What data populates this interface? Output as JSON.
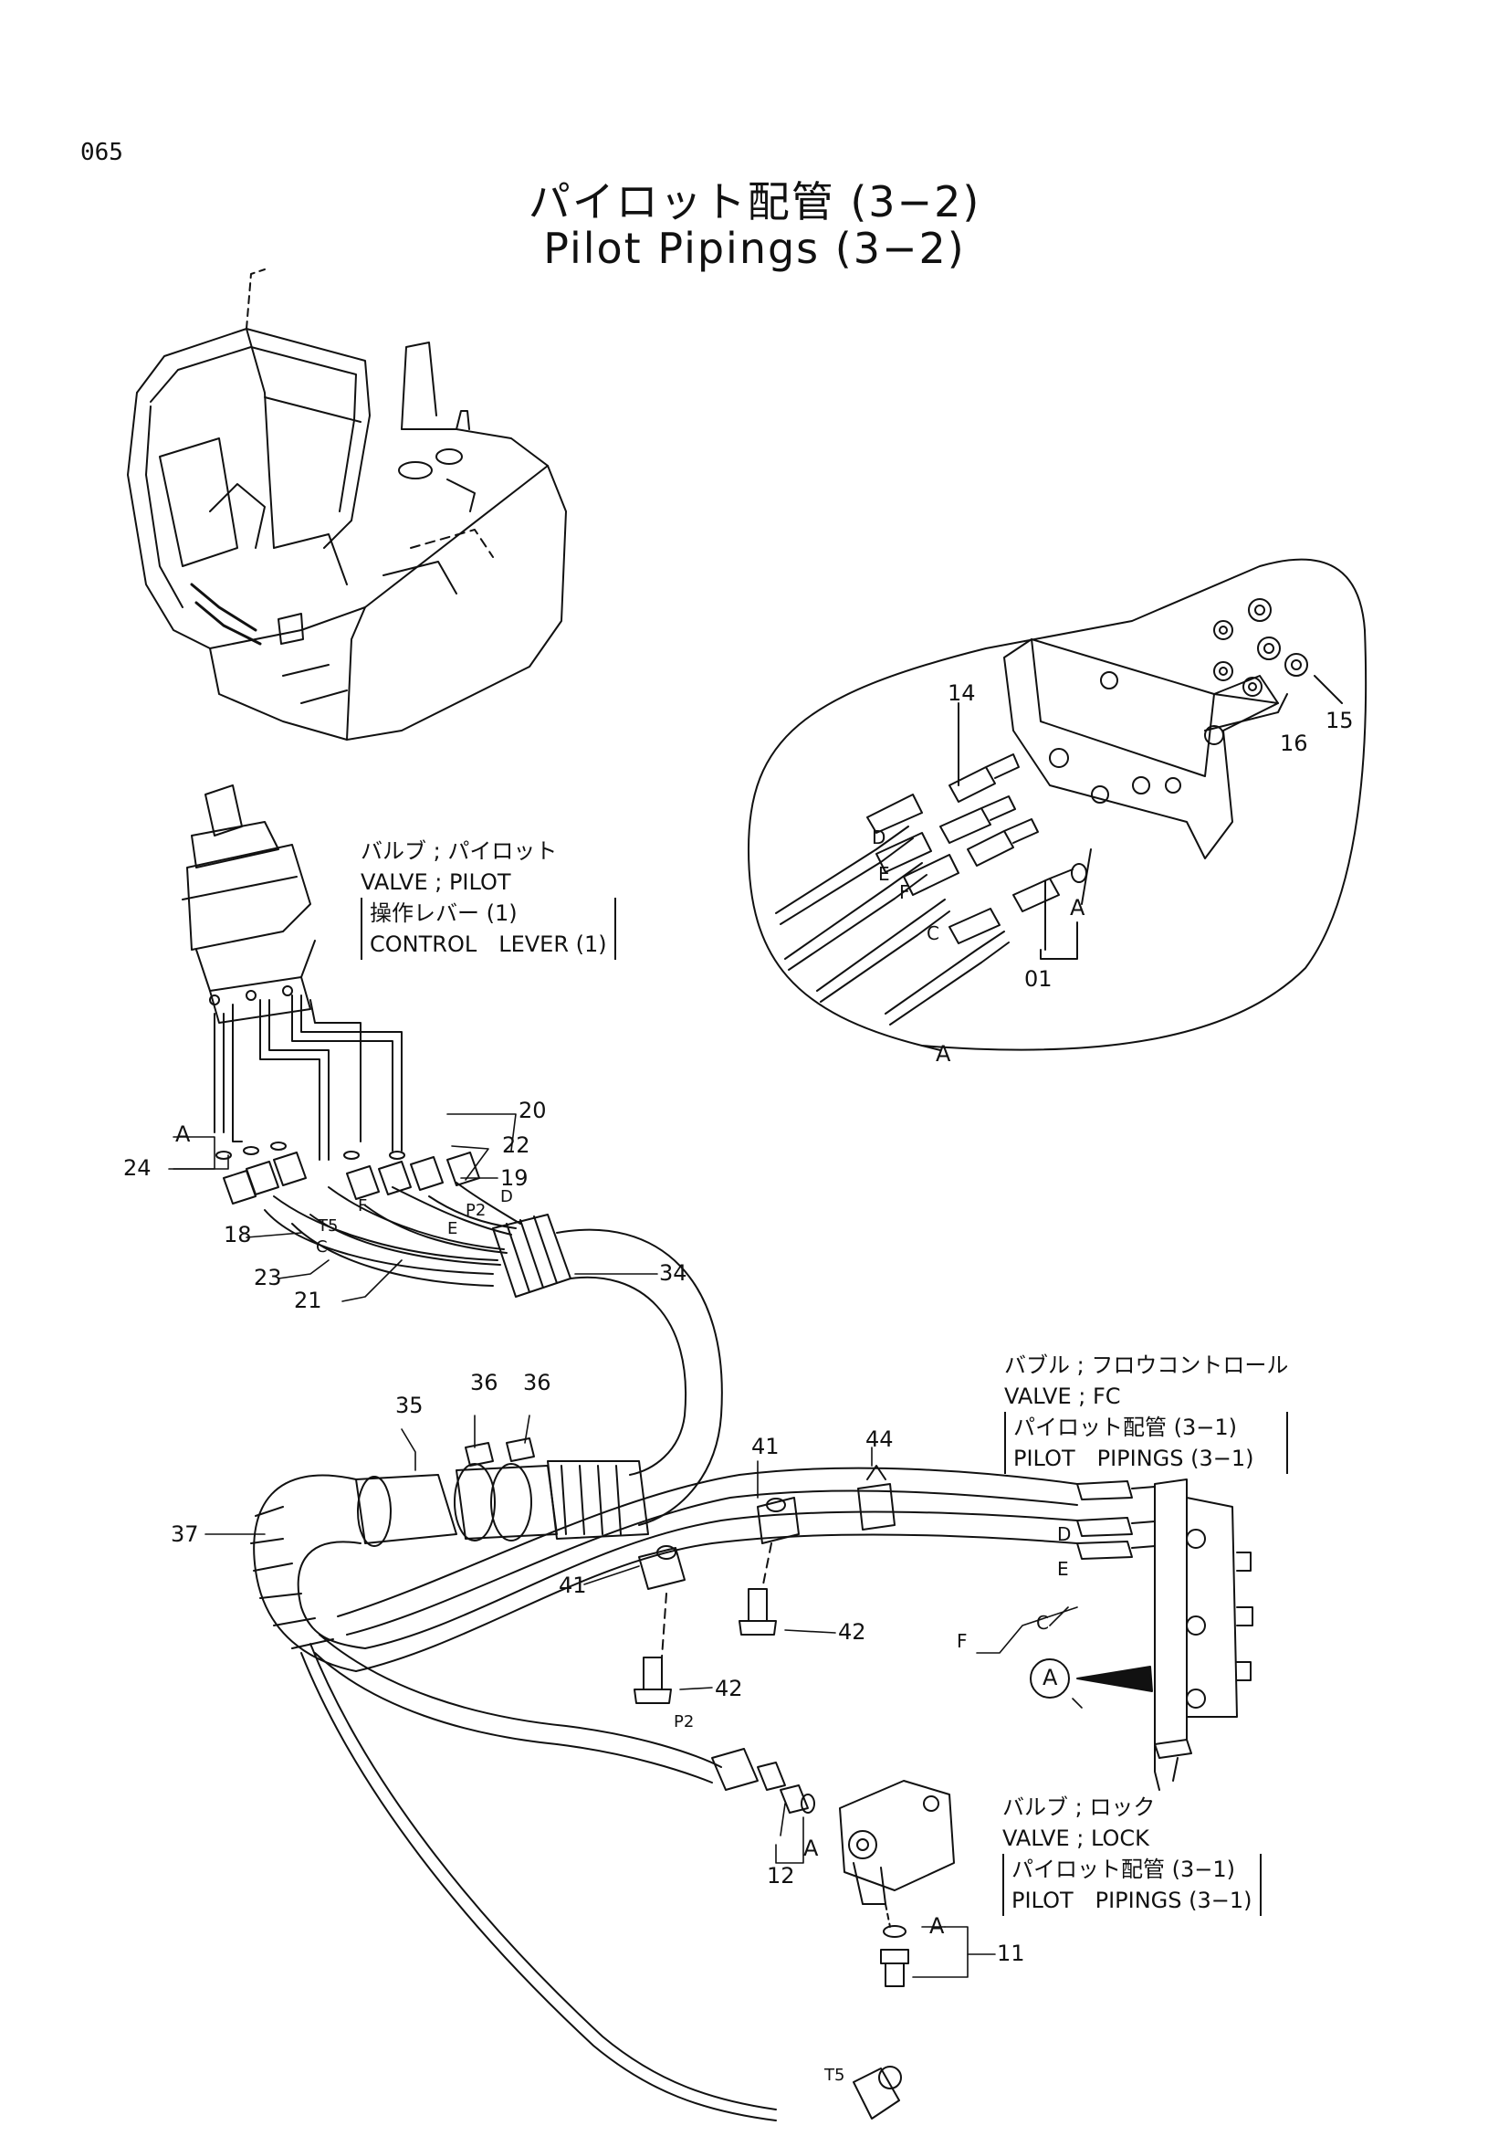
{
  "page_number": "065",
  "title_jp": "パイロット配管 (3−2)",
  "title_en": "Pilot Pipings (3−2)",
  "labels": {
    "valve_pilot": {
      "jp": "バルブ ; パイロット",
      "en": "VALVE ; PILOT",
      "ref_jp": "操作レバー (1)",
      "ref_en": "CONTROL　LEVER (1)"
    },
    "valve_fc": {
      "jp": "バブル ; フロウコントロール",
      "en": "VALVE ; FC",
      "ref_jp": "パイロット配管 (3−1)",
      "ref_en": "PILOT　PIPINGS (3−1)"
    },
    "valve_lock": {
      "jp": "バルブ ; ロック",
      "en": "VALVE ; LOCK",
      "ref_jp": "パイロット配管 (3−1)",
      "ref_en": "PILOT　PIPINGS (3−1)"
    }
  },
  "callouts": {
    "c14": "14",
    "c15": "15",
    "c16": "16",
    "c01": "01",
    "c20": "20",
    "c22": "22",
    "c19": "19",
    "c24": "24",
    "c18": "18",
    "c23": "23",
    "c21": "21",
    "c34": "34",
    "c35": "35",
    "c36a": "36",
    "c36b": "36",
    "c37": "37",
    "c41a": "41",
    "c41b": "41",
    "c44": "44",
    "c42a": "42",
    "c42b": "42",
    "c12": "12",
    "c11": "11"
  },
  "hose_letters": {
    "d1": "D",
    "e1": "E",
    "f1": "F",
    "c1": "C",
    "a_detail": "A",
    "a_bottom": "A",
    "a_left": "A",
    "t5_a": "T5",
    "f2": "F",
    "c2": "C",
    "e2": "E",
    "p2_a": "P2",
    "d2": "D",
    "d3": "D",
    "e3": "E",
    "c3": "C",
    "f3": "F",
    "a_circle": "A",
    "p2_b": "P2",
    "a_lock": "A",
    "a_lock2": "A",
    "t5_b": "T5"
  }
}
